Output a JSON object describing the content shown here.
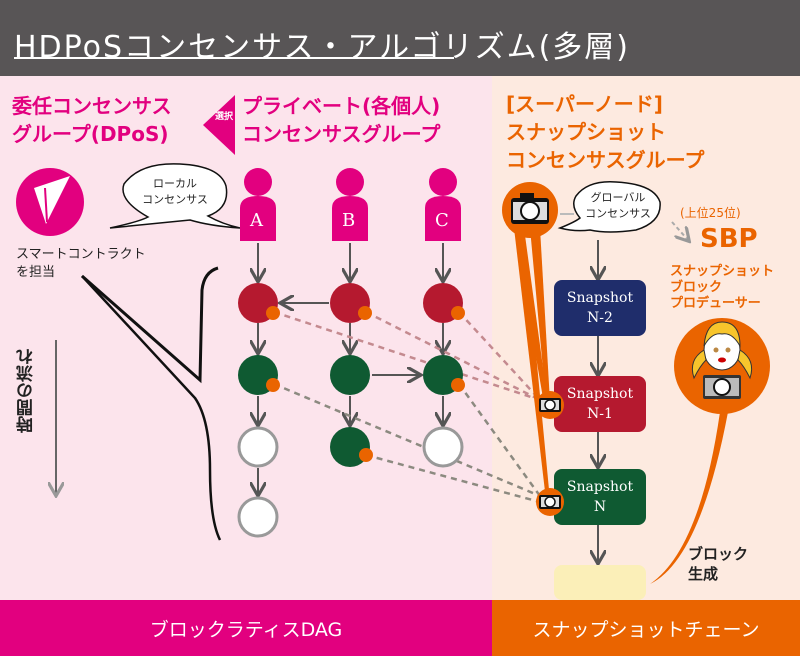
{
  "header": {
    "title": "HDPoSコンセンサス・アルゴリズム(多層)"
  },
  "left_section": {
    "dpos_heading_line1": "委任コンセンサス",
    "dpos_heading_line2": "グループ(DPoS)",
    "select_label": "選択",
    "private_heading_line1": "プライベート(各個人)",
    "private_heading_line2": "コンセンサスグループ",
    "local_consensus_bubble_line1": "ローカル",
    "local_consensus_bubble_line2": "コンセンサス",
    "smart_contract_line1": "スマートコントラクト",
    "smart_contract_line2": "を担当",
    "time_flow_label": "時間の流れ",
    "accounts": [
      {
        "label": "A"
      },
      {
        "label": "B"
      },
      {
        "label": "C"
      }
    ]
  },
  "right_section": {
    "supernode_heading_line1": "[スーパーノード]",
    "supernode_heading_line2": "スナップショット",
    "supernode_heading_line3": "コンセンサスグループ",
    "global_consensus_bubble_line1": "グローバル",
    "global_consensus_bubble_line2": "コンセンサス",
    "rank_label": "(上位25位)",
    "sbp_label": "SBP",
    "sbp_desc_line1": "スナップショット",
    "sbp_desc_line2": "ブロック",
    "sbp_desc_line3": "プロデューサー",
    "block_gen_line1": "ブロック",
    "block_gen_line2": "生成",
    "snapshots": [
      {
        "title": "Snapshot",
        "sub": "N-2",
        "color": "#1f2d6b"
      },
      {
        "title": "Snapshot",
        "sub": "N-1",
        "color": "#b5192f"
      },
      {
        "title": "Snapshot",
        "sub": "N",
        "color": "#0f5a32"
      }
    ]
  },
  "footer": {
    "left_label": "ブロックラティスDAG",
    "right_label": "スナップショットチェーン"
  },
  "colors": {
    "magenta": "#e2007f",
    "orange": "#ea6400",
    "dark_red": "#b5192f",
    "dark_green": "#0f5a32",
    "navy": "#1f2d6b",
    "header_gray": "#585556",
    "pending_yellow": "#fbefb8"
  }
}
